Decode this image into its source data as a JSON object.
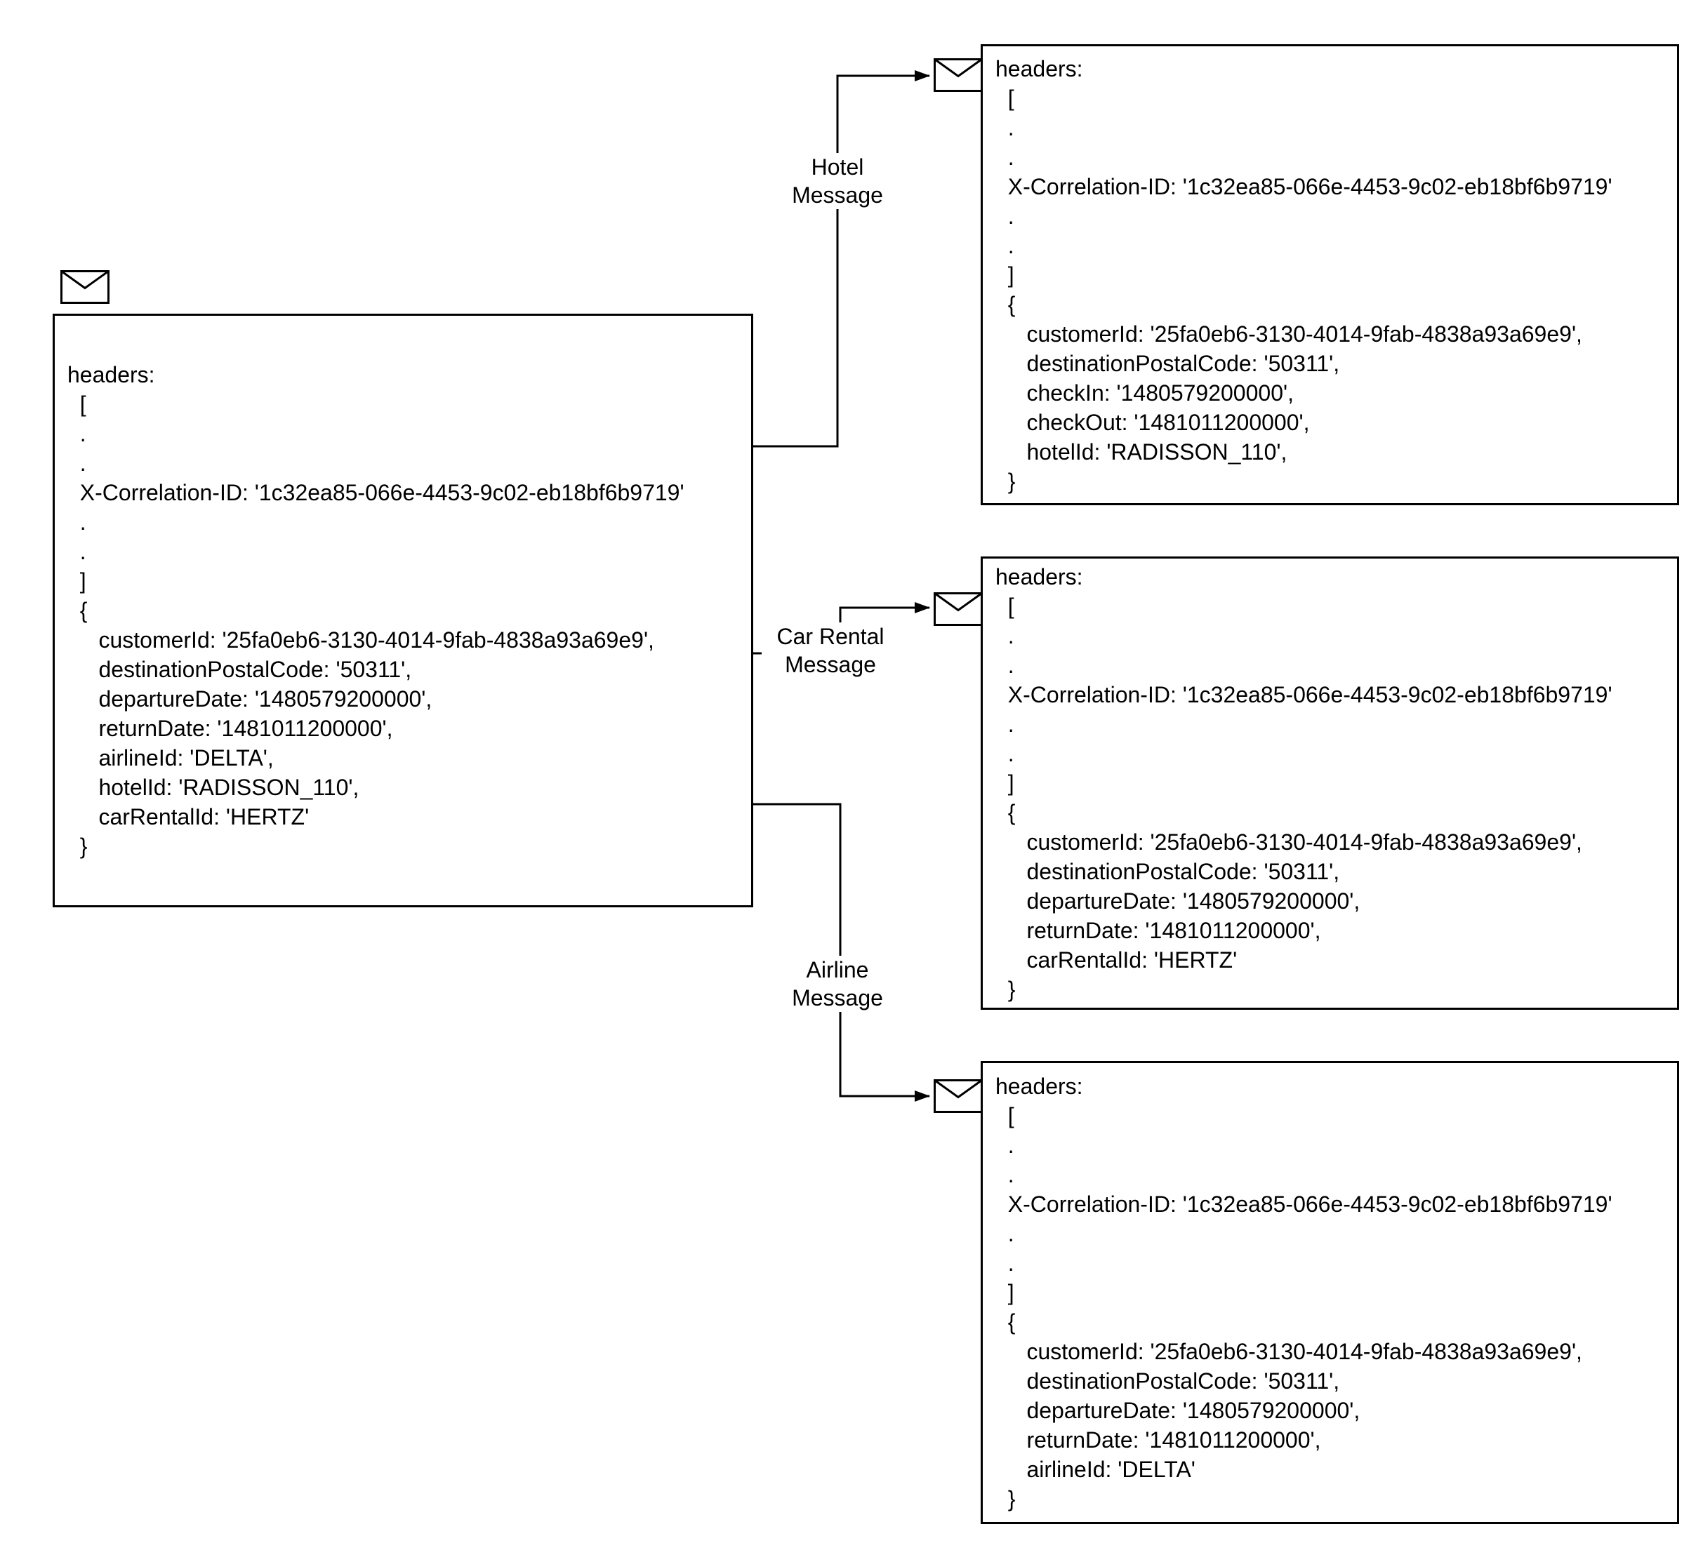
{
  "diagram": {
    "colors": {
      "stroke": "#000000",
      "background": "#ffffff",
      "text": "#000000"
    },
    "icons": {
      "envelope": "message-envelope"
    },
    "source": {
      "content": [
        "headers:",
        "  [",
        "  .",
        "  .",
        "  X-Correlation-ID: '1c32ea85-066e-4453-9c02-eb18bf6b9719'",
        "  .",
        "  .",
        "  ]",
        "  {",
        "     customerId: '25fa0eb6-3130-4014-9fab-4838a93a69e9',",
        "     destinationPostalCode: '50311',",
        "     departureDate: '1480579200000',",
        "     returnDate: '1481011200000',",
        "     airlineId: 'DELTA',",
        "     hotelId: 'RADISSON_110',",
        "     carRentalId: 'HERTZ'",
        "  }"
      ]
    },
    "hotel": {
      "label": [
        "Hotel",
        "Message"
      ],
      "content": [
        "headers:",
        "  [",
        "  .",
        "  .",
        "  X-Correlation-ID: '1c32ea85-066e-4453-9c02-eb18bf6b9719'",
        "  .",
        "  .",
        "  ]",
        "  {",
        "     customerId: '25fa0eb6-3130-4014-9fab-4838a93a69e9',",
        "     destinationPostalCode: '50311',",
        "     checkIn: '1480579200000',",
        "     checkOut: '1481011200000',",
        "     hotelId: 'RADISSON_110',",
        "  }"
      ]
    },
    "car_rental": {
      "label": [
        "Car Rental",
        "Message"
      ],
      "content": [
        "headers:",
        "  [",
        "  .",
        "  .",
        "  X-Correlation-ID: '1c32ea85-066e-4453-9c02-eb18bf6b9719'",
        "  .",
        "  .",
        "  ]",
        "  {",
        "     customerId: '25fa0eb6-3130-4014-9fab-4838a93a69e9',",
        "     destinationPostalCode: '50311',",
        "     departureDate: '1480579200000',",
        "     returnDate: '1481011200000',",
        "     carRentalId: 'HERTZ'",
        "  }"
      ]
    },
    "airline": {
      "label": [
        "Airline",
        "Message"
      ],
      "content": [
        "headers:",
        "  [",
        "  .",
        "  .",
        "  X-Correlation-ID: '1c32ea85-066e-4453-9c02-eb18bf6b9719'",
        "  .",
        "  .",
        "  ]",
        "  {",
        "     customerId: '25fa0eb6-3130-4014-9fab-4838a93a69e9',",
        "     destinationPostalCode: '50311',",
        "     departureDate: '1480579200000',",
        "     returnDate: '1481011200000',",
        "     airlineId: 'DELTA'",
        "  }"
      ]
    }
  }
}
